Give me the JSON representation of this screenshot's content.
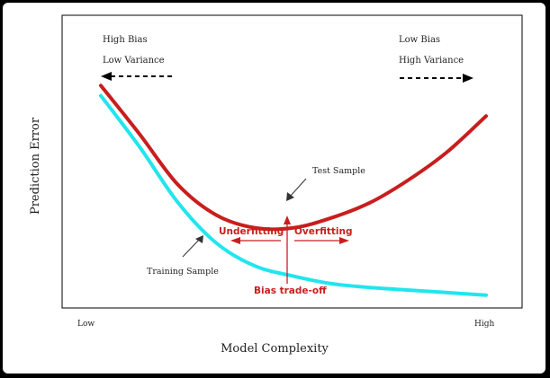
{
  "chart_data": {
    "type": "line",
    "xlabel": "Model Complexity",
    "ylabel": "Prediction Error",
    "x_tick_labels": {
      "low": "Low",
      "high": "High"
    },
    "x": [
      0,
      0.1,
      0.2,
      0.3,
      0.4,
      0.5,
      0.6,
      0.7,
      0.8,
      0.9,
      1.0
    ],
    "series": [
      {
        "name": "Test Sample",
        "color": "#c81e1e",
        "values": [
          0.84,
          0.65,
          0.45,
          0.33,
          0.28,
          0.28,
          0.32,
          0.38,
          0.47,
          0.58,
          0.72
        ]
      },
      {
        "name": "Training Sample",
        "color": "#22e5ee",
        "values": [
          0.8,
          0.6,
          0.38,
          0.22,
          0.13,
          0.09,
          0.06,
          0.045,
          0.035,
          0.025,
          0.015
        ]
      }
    ],
    "annotations": {
      "top_left": [
        "High Bias",
        "Low Variance"
      ],
      "top_right": [
        "Low Bias",
        "High Variance"
      ],
      "test_sample": "Test Sample",
      "training_sample": "Training Sample",
      "underfitting": "Underfitting",
      "overfitting": "Overfitting",
      "bias_tradeoff": "Bias trade-off"
    },
    "ylim": [
      0,
      1
    ],
    "grid": false
  }
}
